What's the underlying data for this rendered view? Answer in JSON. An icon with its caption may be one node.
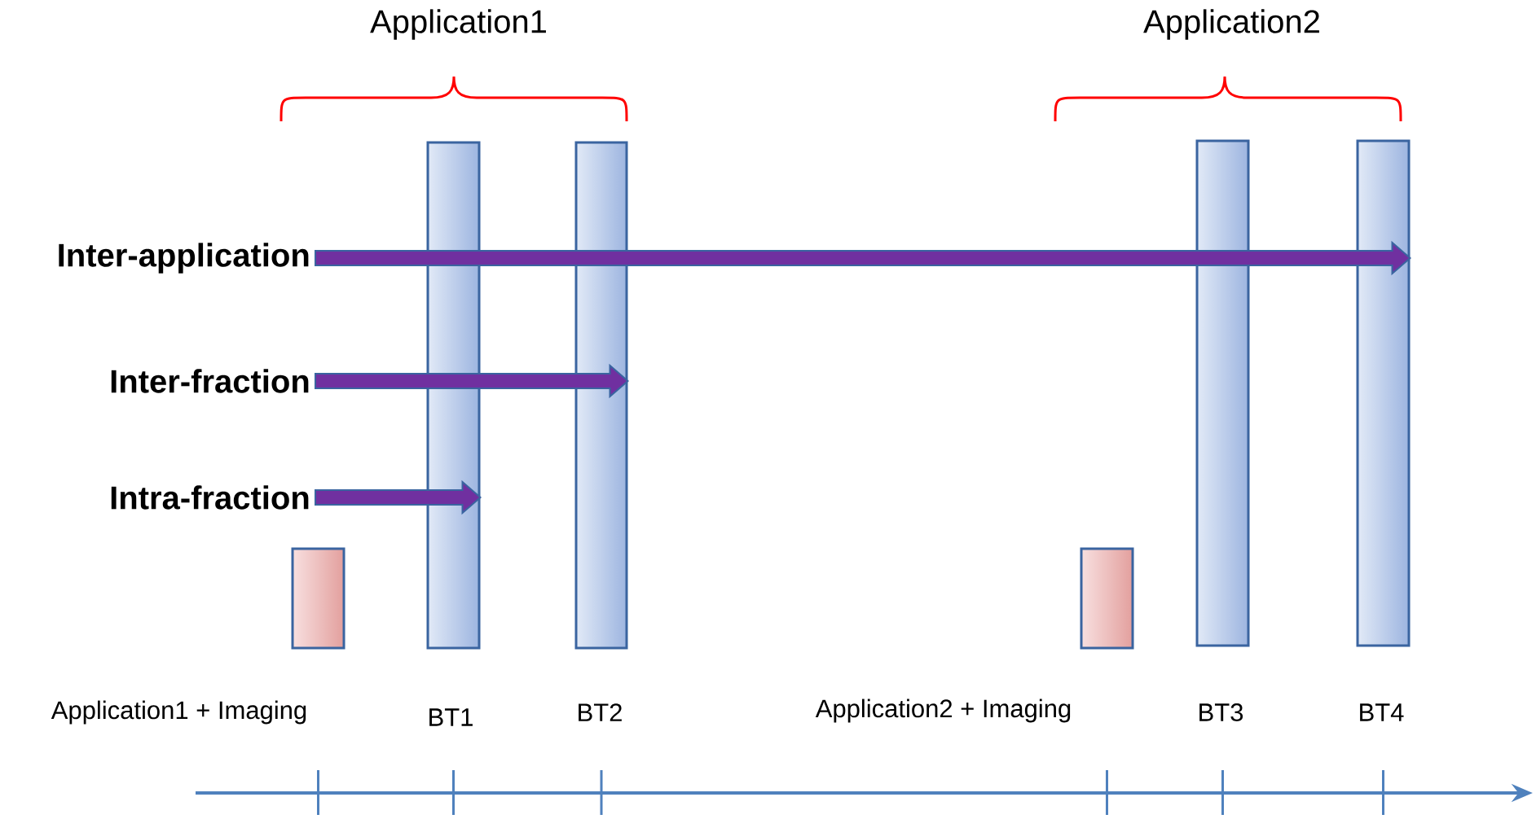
{
  "diagram": {
    "nodes": [
      {
        "text": [],
        "shape": "box",
        "beside": [
          "Application1 + Imaging"
        ]
      },
      {
        "text": [],
        "shape": "bar",
        "beside": [
          "BT1"
        ]
      },
      {
        "text": [],
        "shape": "bar",
        "beside": [
          "BT2"
        ]
      },
      {
        "text": [],
        "shape": "box",
        "beside": [
          "Application2 + Imaging"
        ]
      },
      {
        "text": [],
        "shape": "bar",
        "beside": [
          "BT3"
        ]
      },
      {
        "text": [],
        "shape": "bar",
        "beside": [
          "BT4"
        ]
      },
      {
        "text": [
          "Inter-application"
        ]
      },
      {
        "text": [
          "Inter-fraction"
        ]
      },
      {
        "text": [
          "Intra-fraction"
        ]
      }
    ],
    "edges": [
      {
        "from": 6,
        "to": 5,
        "arrow": "to",
        "style": "thick"
      },
      {
        "from": 7,
        "to": 2,
        "arrow": "to",
        "style": "thick"
      },
      {
        "from": 8,
        "to": 1,
        "arrow": "to",
        "style": "thick"
      }
    ],
    "labels": [
      "Application1",
      "Application2"
    ]
  }
}
